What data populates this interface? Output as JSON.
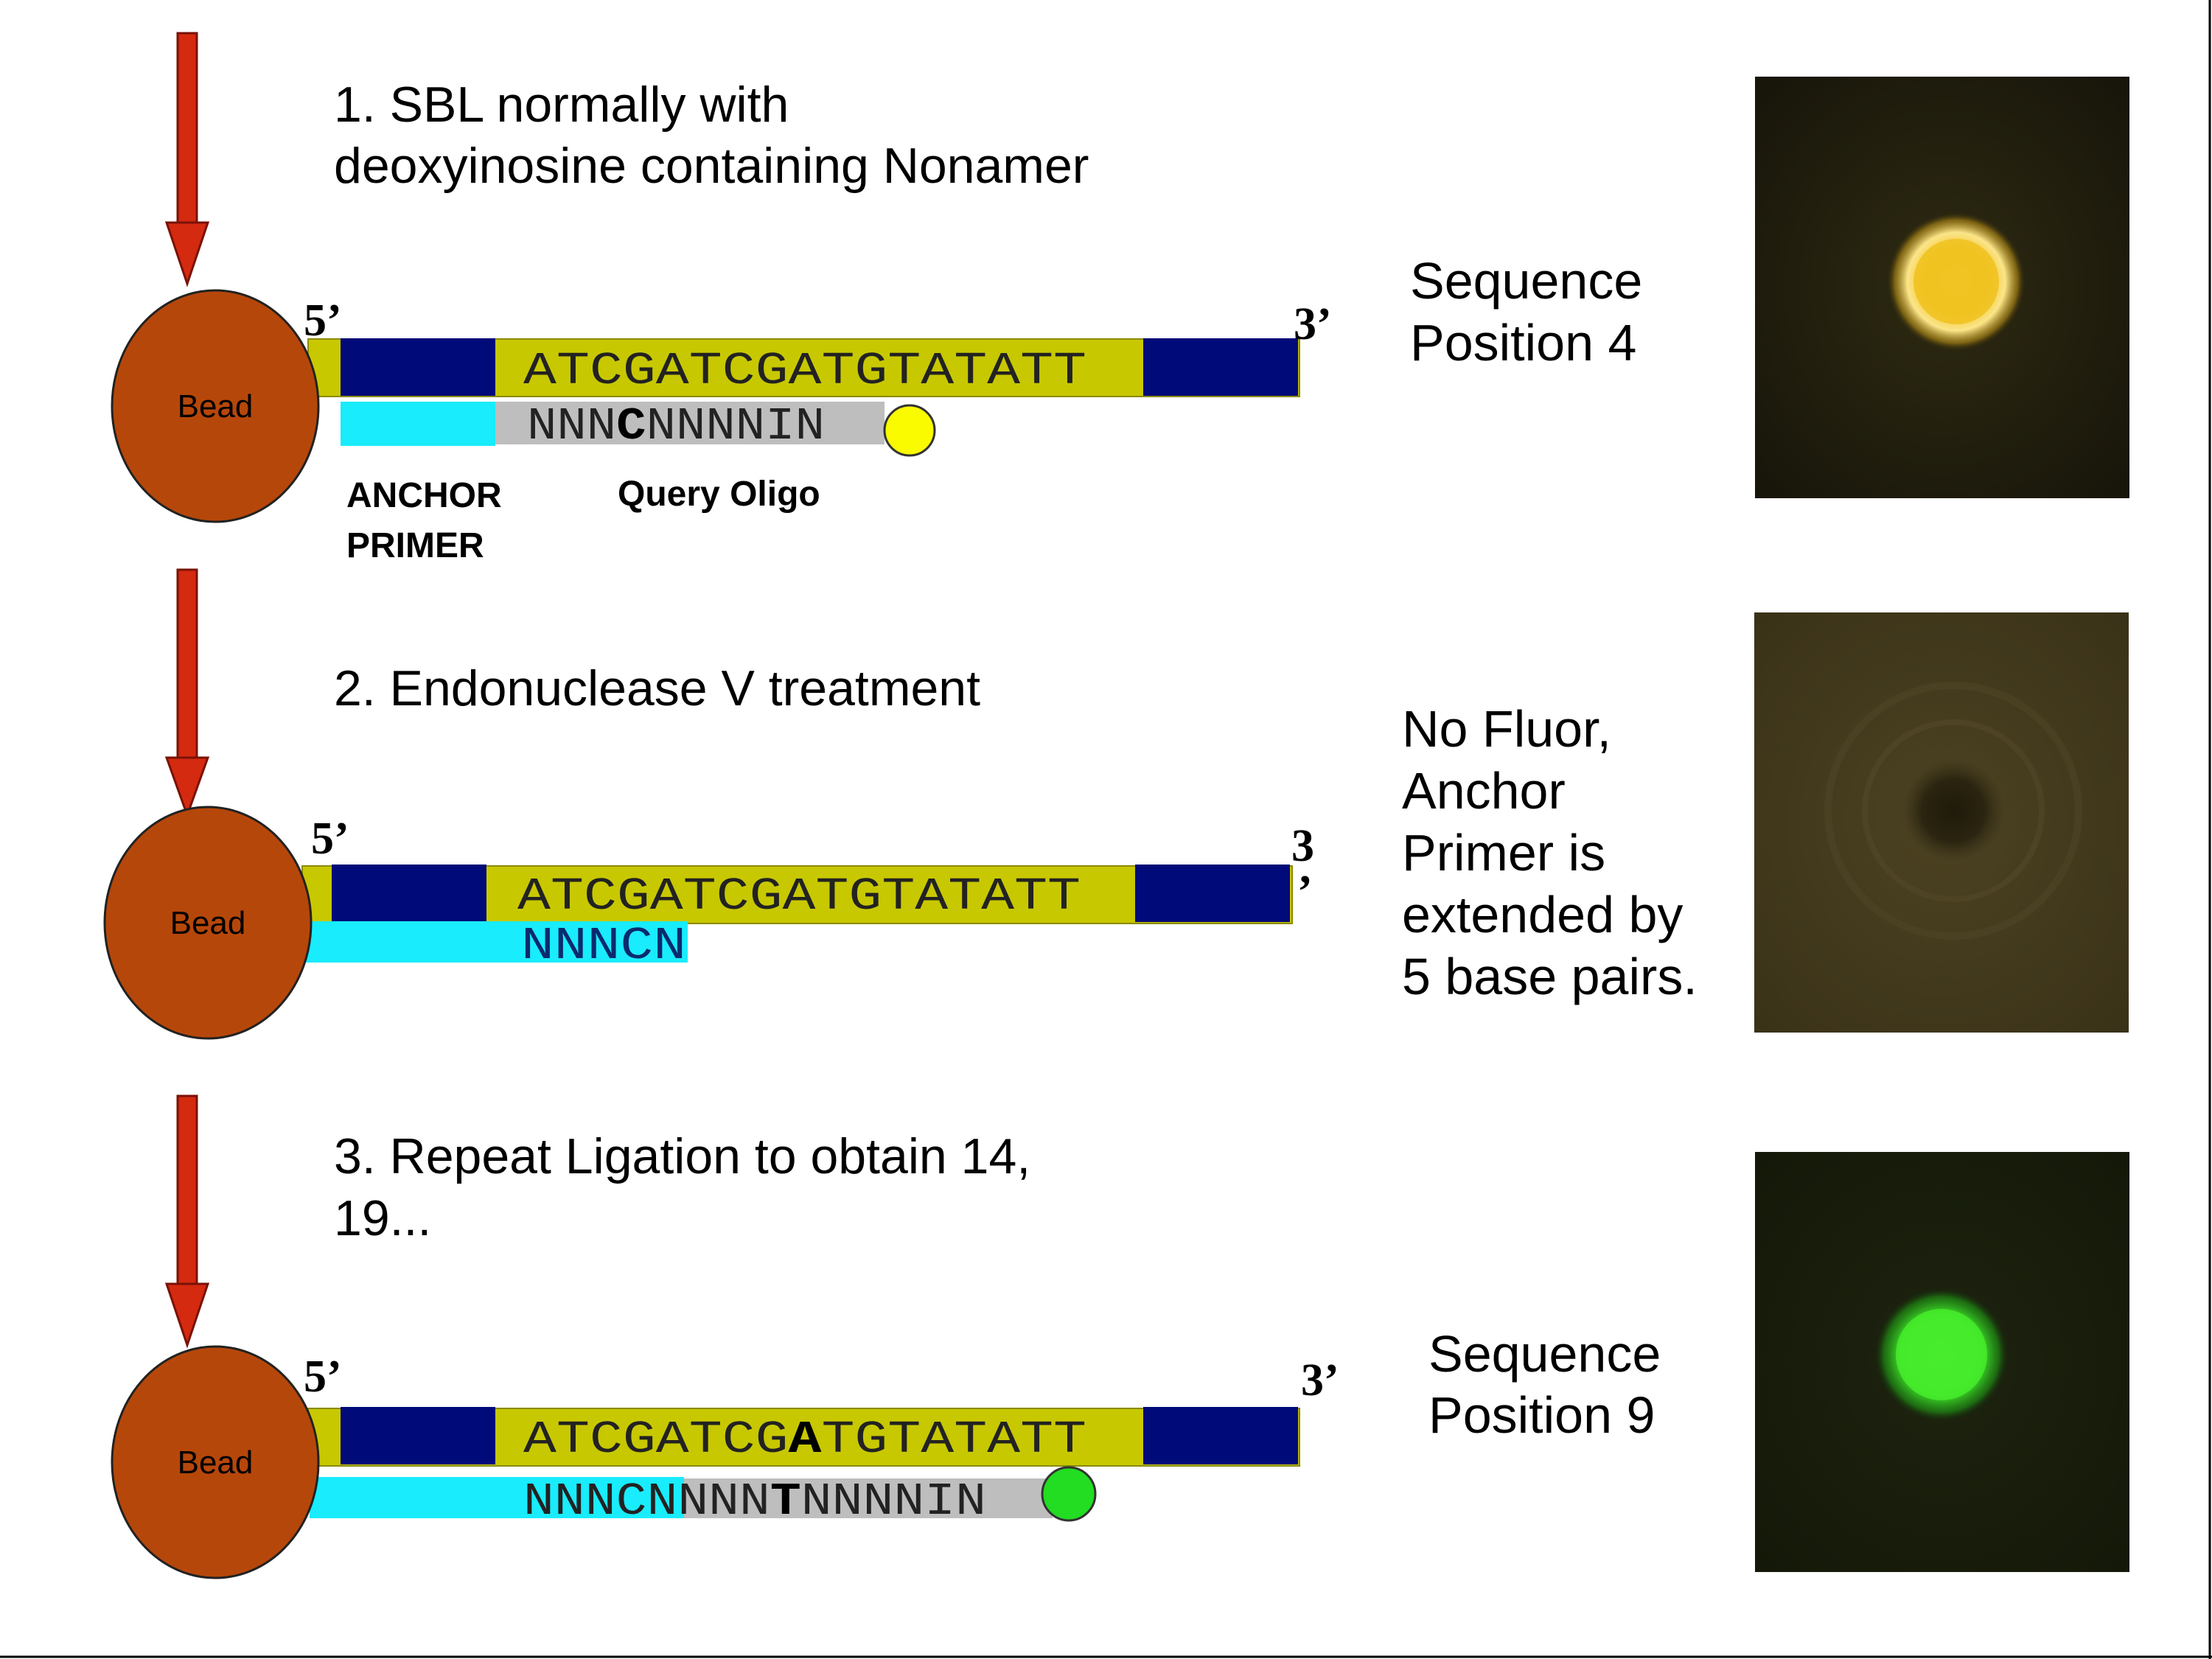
{
  "colors": {
    "arrow": "#d42a10",
    "bead": "#b6470a",
    "strand": "#c8c800",
    "dark_block": "#000a78",
    "anchor": "#19ecfc",
    "query": "#bebebe",
    "fluor_yellow": "#fbfb00",
    "fluor_green": "#22dd22"
  },
  "steps": [
    {
      "title_lines": [
        "1. SBL normally with",
        "deoxyinosine containing Nonamer"
      ],
      "bead_label": "Bead",
      "five_prime": "5’",
      "three_prime": "3’",
      "template_seq": {
        "pre": "ATCGATCGATGTATATT",
        "bold": "",
        "post": ""
      },
      "probe_seq": {
        "pre": "NNN",
        "bold": "C",
        "post": "NNNNIN"
      },
      "labels": {
        "anchor_line1": "ANCHOR",
        "anchor_line2": "PRIMER",
        "query": "Query Oligo"
      },
      "result_lines": [
        "Sequence",
        "Position 4"
      ],
      "image_icon": "yellow-fluorescent-bead-image"
    },
    {
      "title_lines": [
        "2.  Endonuclease V treatment"
      ],
      "bead_label": "Bead",
      "five_prime": "5’",
      "three_prime_top": "3",
      "three_prime_bottom": "’",
      "template_seq": {
        "pre": "ATCGATCGATGTATATT",
        "bold": "",
        "post": ""
      },
      "probe_seq": {
        "pre": "NNNCN",
        "bold": "",
        "post": ""
      },
      "result_lines": [
        "No Fluor,",
        "Anchor",
        "Primer is",
        "extended by",
        "5 base pairs."
      ],
      "image_icon": "dark-bead-image"
    },
    {
      "title_lines": [
        "3.  Repeat Ligation to obtain 14,",
        "19..."
      ],
      "bead_label": "Bead",
      "five_prime": "5’",
      "three_prime": "3’",
      "template_seq": {
        "pre": "ATCGATCG",
        "bold": "A",
        "post": "TGTATATT"
      },
      "probe_seq": {
        "pre": "NNNCNNNN",
        "bold": "T",
        "post": "NNNNIN"
      },
      "result_lines": [
        "Sequence",
        "Position 9"
      ],
      "image_icon": "green-fluorescent-bead-image"
    }
  ]
}
